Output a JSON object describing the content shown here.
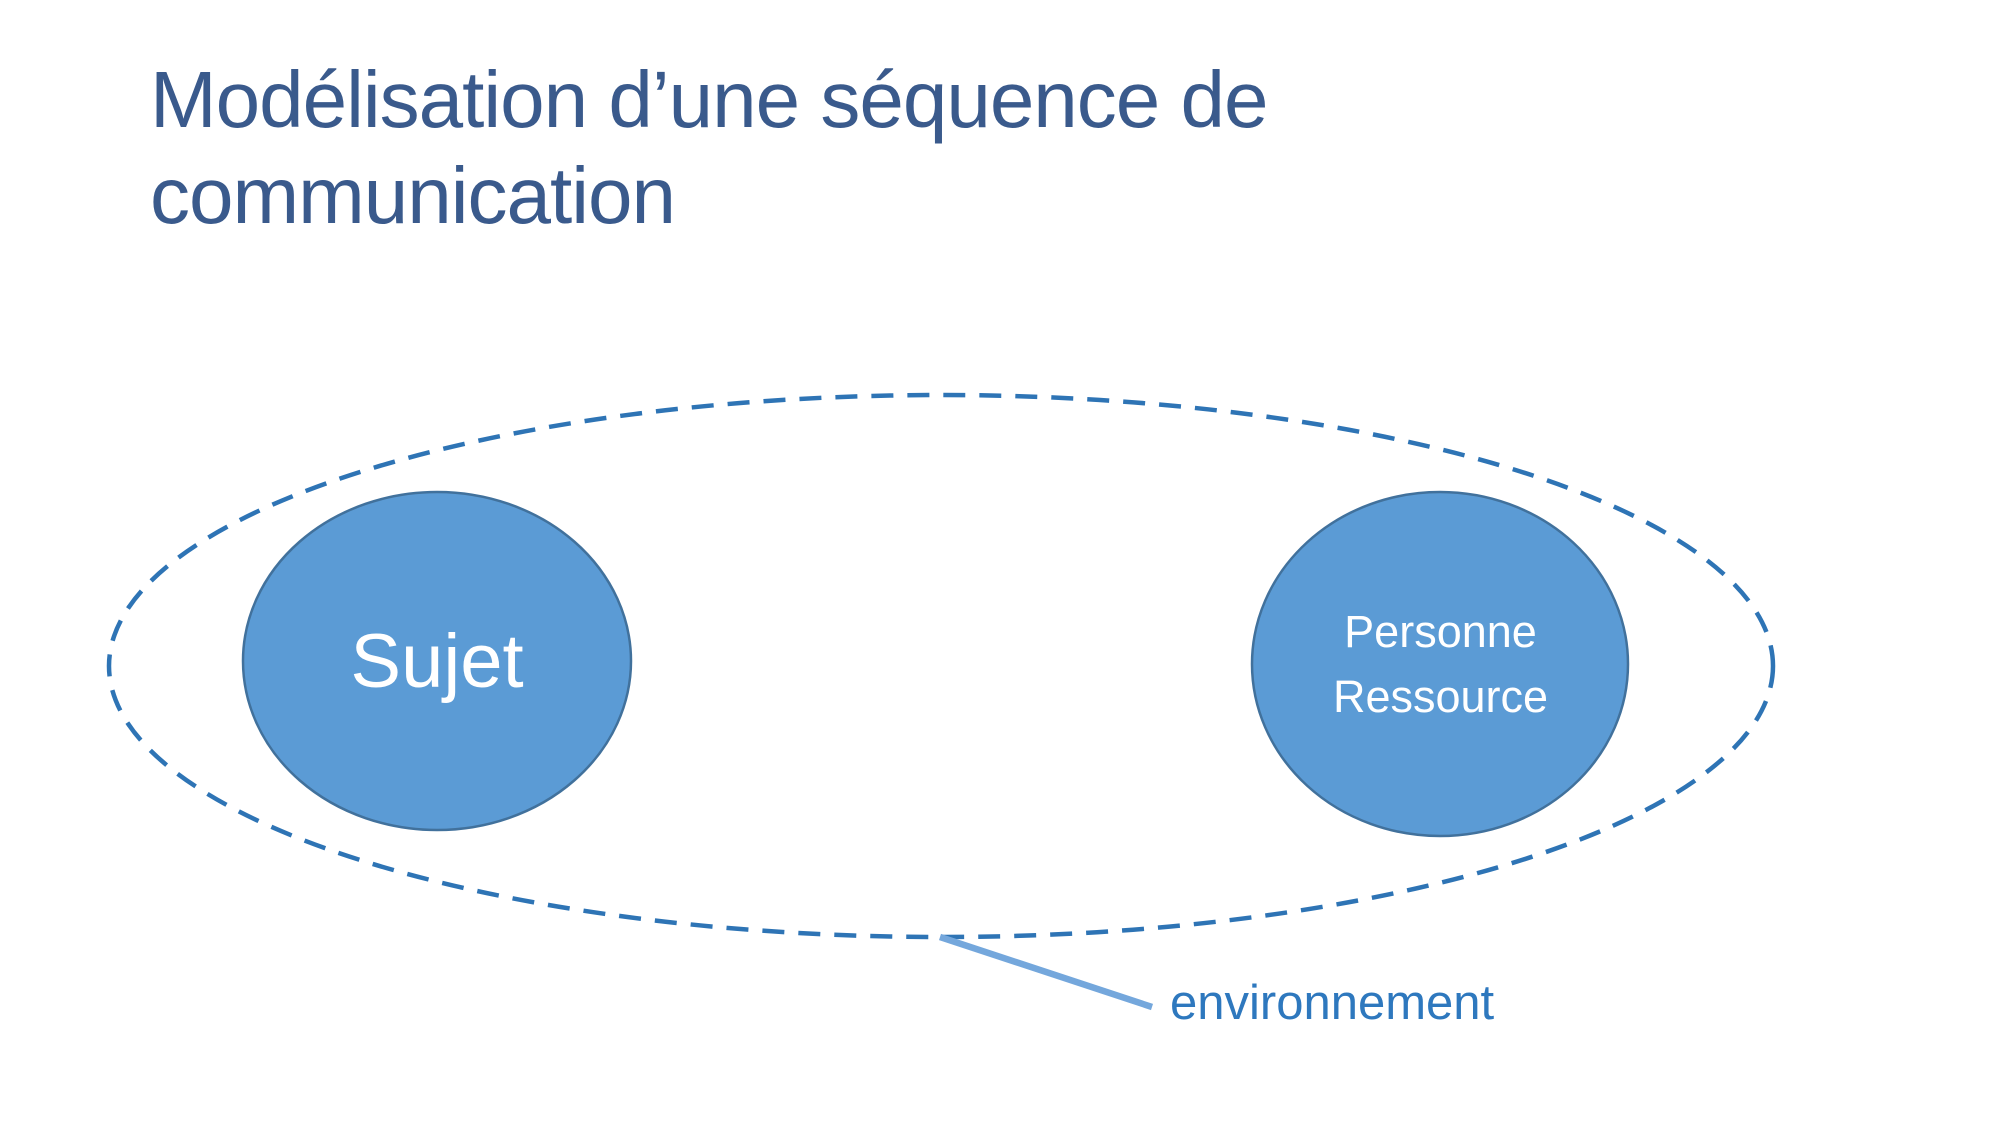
{
  "slide": {
    "title": "Modélisation d’une séquence de communication",
    "diagram": {
      "environment_label": "environnement",
      "subject_node_label": "Sujet",
      "resource_node_label_line1": "Personne",
      "resource_node_label_line2": "Ressource"
    },
    "colors": {
      "title_text": "#3A5A8C",
      "node_fill": "#5B9BD5",
      "node_border": "#41719C",
      "node_text": "#FFFFFF",
      "environment_dash": "#2E74B5",
      "connector_line": "#74A7DC",
      "environment_label_text": "#2E78BE"
    }
  }
}
